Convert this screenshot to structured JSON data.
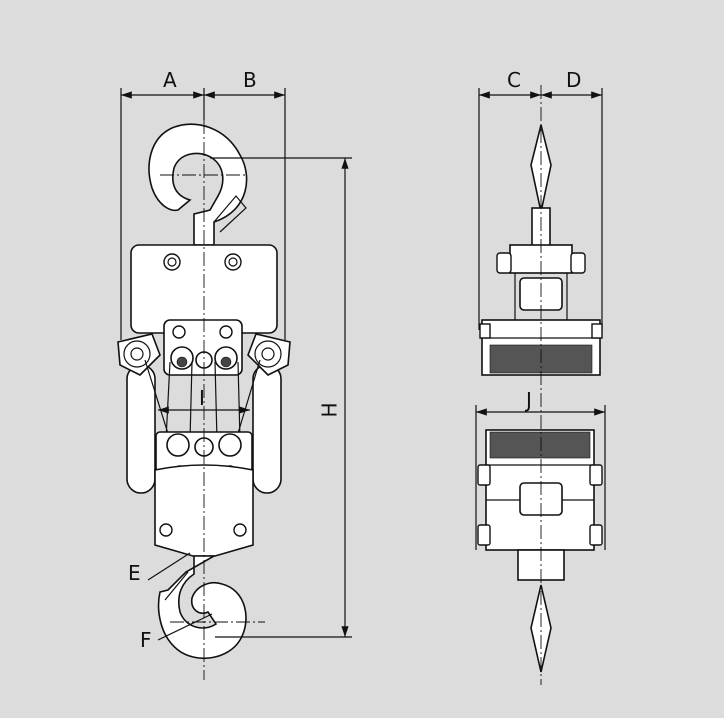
{
  "drawing": {
    "labels": {
      "A": "A",
      "B": "B",
      "C": "C",
      "D": "D",
      "H": "H",
      "I": "I",
      "J": "J",
      "E": "E",
      "F": "F"
    }
  },
  "colors": {
    "background": "#dcdcdc",
    "line": "#111111",
    "fill": "#ffffff"
  }
}
